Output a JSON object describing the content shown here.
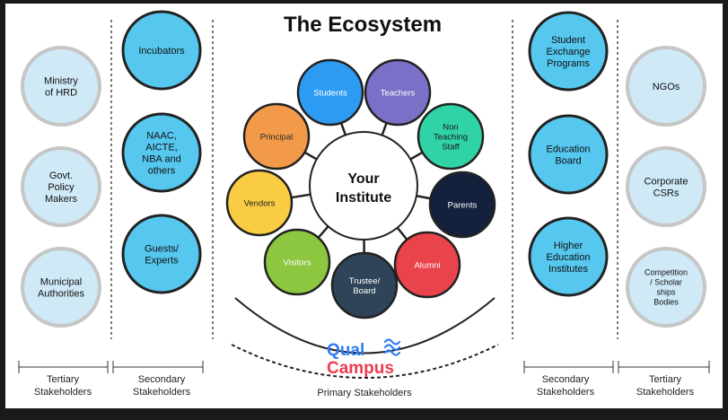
{
  "title": "The Ecosystem",
  "center": {
    "line1": "Your",
    "line2": "Institute"
  },
  "colors": {
    "page": "#ffffff",
    "frame": "#1a1a1a",
    "outer_fill": "#cfe9f6",
    "outer_stroke": "#c6c6c6",
    "secondary_fill": "#56c7ee",
    "secondary_stroke": "#222222",
    "students": "#2e9bf2",
    "teachers": "#7b70c7",
    "non_teaching": "#2fd3a5",
    "parents": "#13213d",
    "alumni": "#e9444b",
    "trustee": "#2f4458",
    "visitors": "#8dc63f",
    "vendors": "#f9cc43",
    "principal": "#f39a4a",
    "brand_blue": "#2e7cf6",
    "brand_red": "#ee3b4e"
  },
  "left": {
    "tertiary": [
      {
        "lines": [
          "Ministry",
          "of HRD"
        ]
      },
      {
        "lines": [
          "Govt.",
          "Policy",
          "Makers"
        ]
      },
      {
        "lines": [
          "Municipal",
          "Authorities"
        ]
      }
    ],
    "secondary": [
      {
        "lines": [
          "Incubators"
        ]
      },
      {
        "lines": [
          "NAAC,",
          "AICTE,",
          "NBA and",
          "others"
        ]
      },
      {
        "lines": [
          "Guests/",
          "Experts"
        ]
      }
    ]
  },
  "right": {
    "secondary": [
      {
        "lines": [
          "Student",
          "Exchange",
          "Programs"
        ]
      },
      {
        "lines": [
          "Education",
          "Board"
        ]
      },
      {
        "lines": [
          "Higher",
          "Education",
          "Institutes"
        ]
      }
    ],
    "tertiary": [
      {
        "lines": [
          "NGOs"
        ]
      },
      {
        "lines": [
          "Corporate",
          "CSRs"
        ]
      },
      {
        "lines": [
          "Competition",
          "/ Scholar",
          "ships",
          "Bodies"
        ]
      }
    ]
  },
  "primary": [
    {
      "key": "students",
      "lines": [
        "Students"
      ]
    },
    {
      "key": "teachers",
      "lines": [
        "Teachers"
      ]
    },
    {
      "key": "non_teaching",
      "lines": [
        "Non",
        "Teaching",
        "Staff"
      ]
    },
    {
      "key": "parents",
      "lines": [
        "Parents"
      ]
    },
    {
      "key": "alumni",
      "lines": [
        "Alumni"
      ]
    },
    {
      "key": "trustee",
      "lines": [
        "Trustee/",
        "Board"
      ]
    },
    {
      "key": "visitors",
      "lines": [
        "Visitors"
      ]
    },
    {
      "key": "vendors",
      "lines": [
        "Vendors"
      ]
    },
    {
      "key": "principal",
      "lines": [
        "Principal"
      ]
    }
  ],
  "labels": {
    "tertiary_left": [
      "Tertiary",
      "Stakeholders"
    ],
    "secondary_left": [
      "Secondary",
      "Stakeholders"
    ],
    "primary": "Primary Stakeholders",
    "secondary_right": [
      "Secondary",
      "Stakeholders"
    ],
    "tertiary_right": [
      "Tertiary",
      "Stakeholders"
    ]
  },
  "brand": {
    "line1": "Qual",
    "line2": "Campus"
  }
}
